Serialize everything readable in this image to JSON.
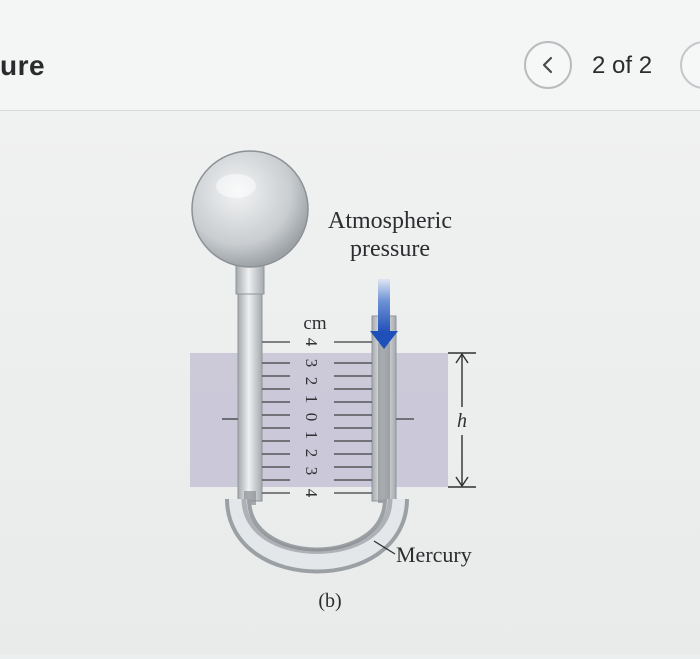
{
  "header": {
    "title": "ure",
    "pager_text": "2 of 2"
  },
  "figure": {
    "label_atmospheric_line1": "Atmospheric",
    "label_atmospheric_line2": "pressure",
    "scale_unit": "cm",
    "scale_ticks": [
      "4",
      "3",
      "2",
      "1",
      "0",
      "1",
      "2",
      "3",
      "4"
    ],
    "label_height": "h",
    "label_mercury": "Mercury",
    "caption": "(b)"
  },
  "colors": {
    "shaded_region": "#c8c4d6",
    "arrow": "#2a5fc0",
    "tube": "#cfd3d6",
    "mercury": "#8a8e92"
  },
  "icons": {
    "prev": "chevron-left-icon"
  }
}
